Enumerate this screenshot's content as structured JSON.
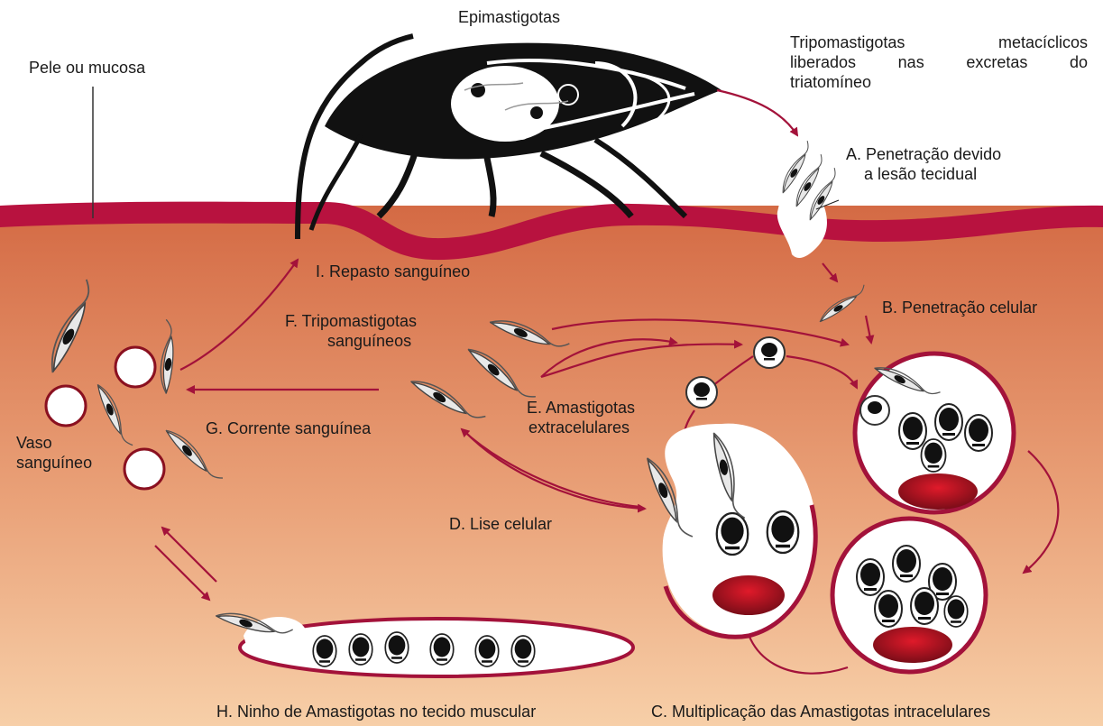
{
  "labels": {
    "skin": "Pele ou mucosa",
    "epimastigotes": "Epimastigotas",
    "metacyclic": [
      "Tripomastigotas metacíclicos",
      "liberados nas excretas do",
      "triatomíneo"
    ],
    "stepA": [
      "A. Penetração devido",
      "a lesão tecidual"
    ],
    "stepB": "B. Penetração celular",
    "stepC": "C. Multiplicação das Amastigotas intracelulares",
    "stepD": "D. Lise celular",
    "stepE": [
      "E. Amastigotas",
      "extracelulares"
    ],
    "stepF": [
      "F. Tripomastigotas",
      "sanguíneos"
    ],
    "stepG": "G. Corrente sanguínea",
    "stepH": "H. Ninho de Amastigotas no tecido muscular",
    "stepI": "I. Repasto sanguíneo",
    "vessel": [
      "Vaso",
      "sanguíneo"
    ]
  },
  "colors": {
    "skin_layer": "#b8123f",
    "tissue_top": "#d9734a",
    "tissue_bottom": "#f6c9a0",
    "arrow": "#a3123a",
    "bug": "#111111"
  }
}
